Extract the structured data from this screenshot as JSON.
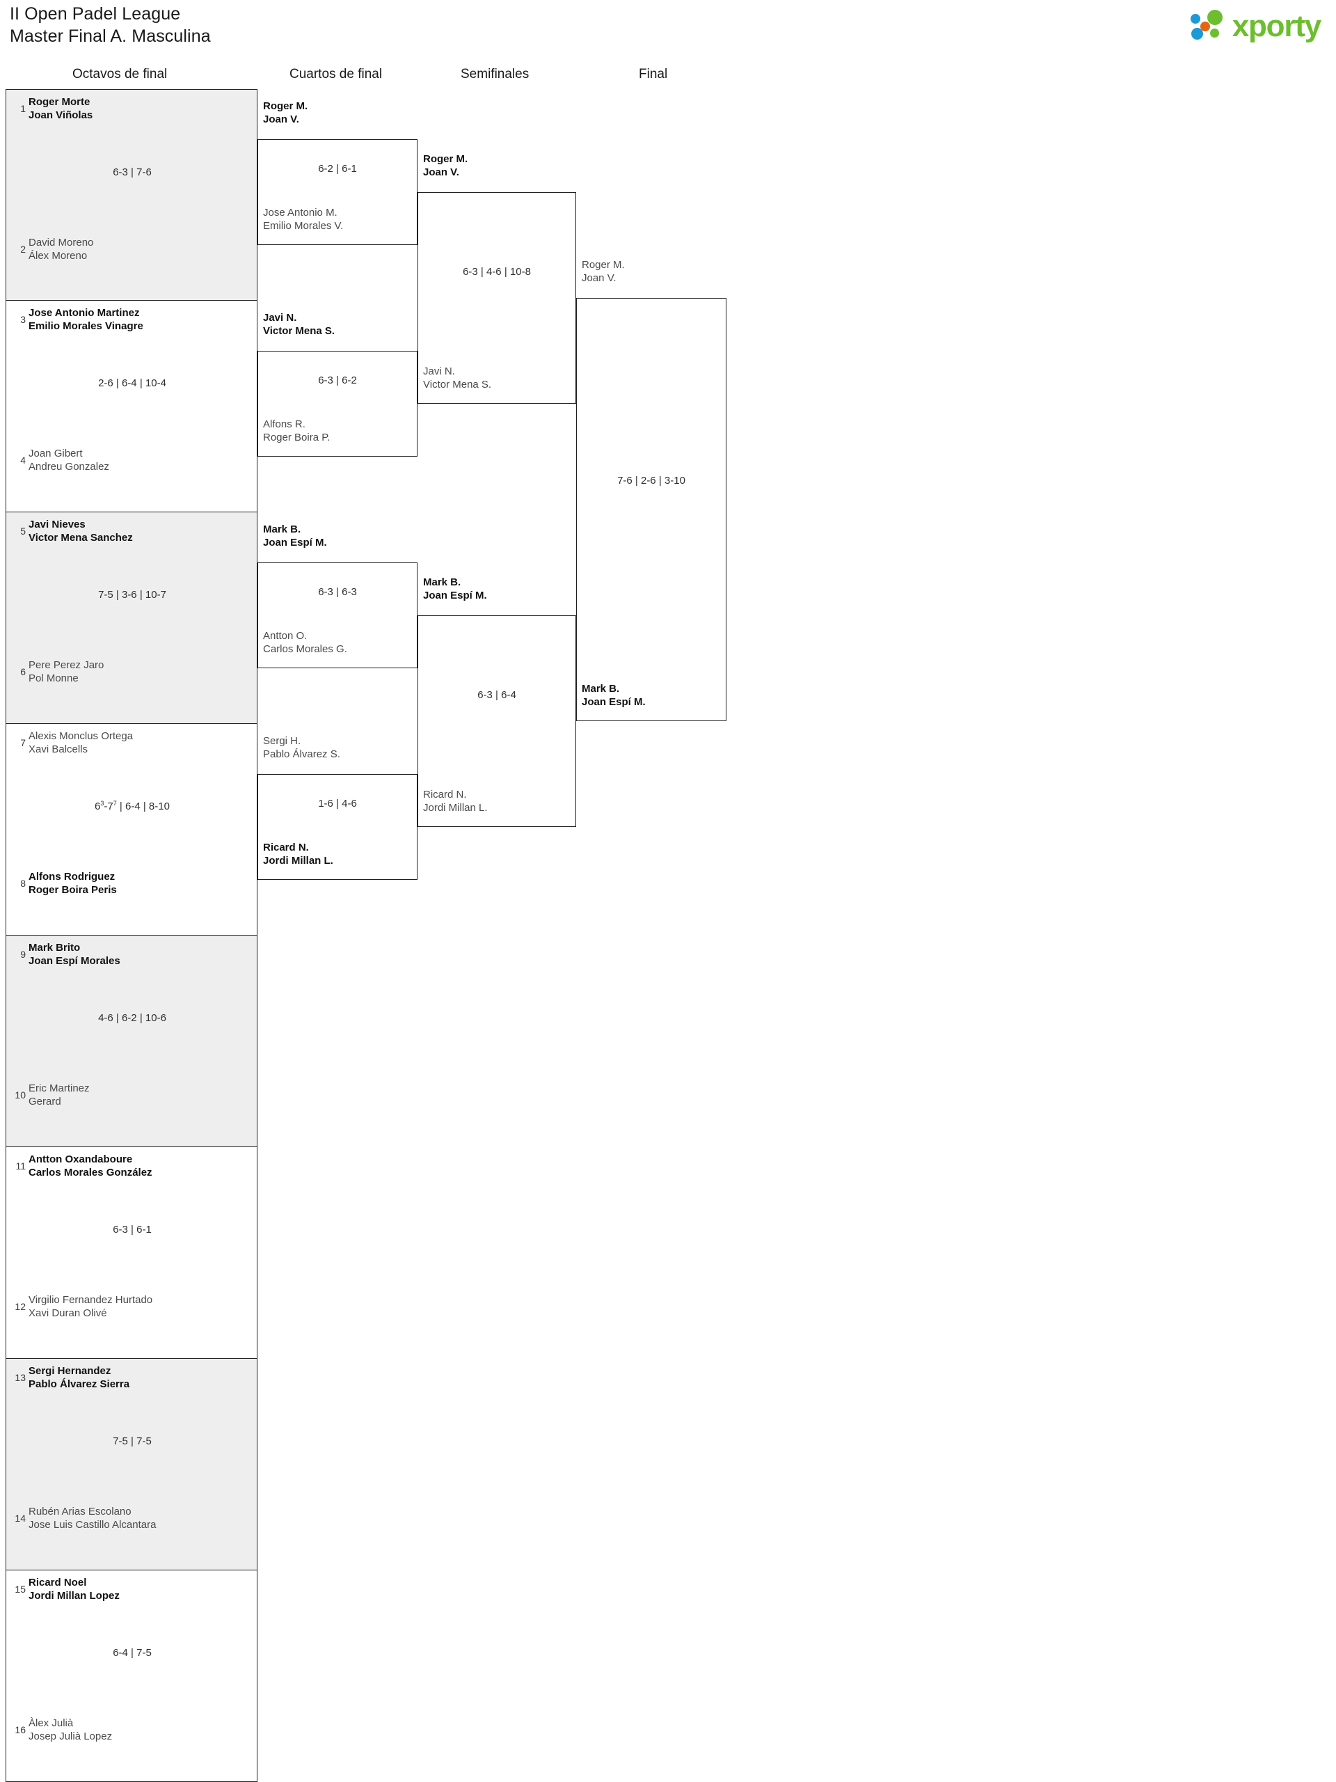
{
  "header": {
    "title_line1": "II Open Padel League",
    "title_line2": "Master Final A. Masculina",
    "logo_word": "xporty",
    "logo_colors": {
      "green": "#6cbe2e",
      "blue": "#1a9ad7",
      "orange": "#e8650f"
    }
  },
  "rounds": [
    {
      "label": "Octavos de final"
    },
    {
      "label": "Cuartos de final"
    },
    {
      "label": "Semifinales"
    },
    {
      "label": "Final"
    }
  ],
  "round1": [
    {
      "seed_top": "1",
      "top_l1": "Roger Morte",
      "top_l2": "Joan Viñolas",
      "seed_bot": "2",
      "bot_l1": "David Moreno",
      "bot_l2": "Álex Moreno",
      "score": "6-3 | 7-6",
      "winner": "top",
      "shaded": true
    },
    {
      "seed_top": "3",
      "top_l1": "Jose Antonio Martinez",
      "top_l2": "Emilio Morales Vinagre",
      "seed_bot": "4",
      "bot_l1": "Joan Gibert",
      "bot_l2": "Andreu Gonzalez",
      "score": "2-6 | 6-4 | 10-4",
      "winner": "top",
      "shaded": false
    },
    {
      "seed_top": "5",
      "top_l1": "Javi Nieves",
      "top_l2": "Victor Mena Sanchez",
      "seed_bot": "6",
      "bot_l1": "Pere Perez Jaro",
      "bot_l2": "Pol Monne",
      "score": "7-5 | 3-6 | 10-7",
      "winner": "top",
      "shaded": true
    },
    {
      "seed_top": "7",
      "top_l1": "Alexis Monclus Ortega",
      "top_l2": "Xavi Balcells",
      "seed_bot": "8",
      "bot_l1": "Alfons Rodriguez",
      "bot_l2": "Roger Boira Peris",
      "score": "6<sup>3</sup>-7<sup>7</sup> | 6-4 | 8-10",
      "winner": "bot",
      "shaded": false
    },
    {
      "seed_top": "9",
      "top_l1": "Mark Brito",
      "top_l2": "Joan Espí Morales",
      "seed_bot": "10",
      "bot_l1": "Eric Martinez",
      "bot_l2": "Gerard",
      "score": "4-6 | 6-2 | 10-6",
      "winner": "top",
      "shaded": true
    },
    {
      "seed_top": "11",
      "top_l1": "Antton Oxandaboure",
      "top_l2": "Carlos Morales González",
      "seed_bot": "12",
      "bot_l1": "Virgilio Fernandez Hurtado",
      "bot_l2": "Xavi Duran Olivé",
      "score": "6-3 | 6-1",
      "winner": "top",
      "shaded": false
    },
    {
      "seed_top": "13",
      "top_l1": "Sergi Hernandez",
      "top_l2": "Pablo Álvarez Sierra",
      "seed_bot": "14",
      "bot_l1": "Rubén Arias Escolano",
      "bot_l2": "Jose Luis Castillo Alcantara",
      "score": "7-5 | 7-5",
      "winner": "top",
      "shaded": true
    },
    {
      "seed_top": "15",
      "top_l1": "Ricard Noel",
      "top_l2": "Jordi Millan Lopez",
      "seed_bot": "16",
      "bot_l1": "Àlex Julià",
      "bot_l2": "Josep Julià Lopez",
      "score": "6-4 | 7-5",
      "winner": "top",
      "shaded": false
    }
  ],
  "round2": [
    {
      "top_l1": "Roger M.",
      "top_l2": "Joan V.",
      "bot_l1": "Jose Antonio M.",
      "bot_l2": "Emilio Morales V.",
      "score": "6-2 | 6-1",
      "winner": "top"
    },
    {
      "top_l1": "Javi N.",
      "top_l2": "Victor Mena S.",
      "bot_l1": "Alfons R.",
      "bot_l2": "Roger Boira P.",
      "score": "6-3 | 6-2",
      "winner": "top"
    },
    {
      "top_l1": "Mark B.",
      "top_l2": "Joan Espí M.",
      "bot_l1": "Antton O.",
      "bot_l2": "Carlos Morales G.",
      "score": "6-3 | 6-3",
      "winner": "top"
    },
    {
      "top_l1": "Sergi H.",
      "top_l2": "Pablo Álvarez S.",
      "bot_l1": "Ricard N.",
      "bot_l2": "Jordi Millan L.",
      "score": "1-6 | 4-6",
      "winner": "bot"
    }
  ],
  "round3": [
    {
      "top_l1": "Roger M.",
      "top_l2": "Joan V.",
      "bot_l1": "Javi N.",
      "bot_l2": "Victor Mena S.",
      "score": "6-3 | 4-6 | 10-8",
      "winner": "top"
    },
    {
      "top_l1": "Mark B.",
      "top_l2": "Joan Espí M.",
      "bot_l1": "Ricard N.",
      "bot_l2": "Jordi Millan L.",
      "score": "6-3 | 6-4",
      "winner": "top"
    }
  ],
  "round4": [
    {
      "top_l1": "Roger M.",
      "top_l2": "Joan V.",
      "bot_l1": "Mark B.",
      "bot_l2": "Joan Espí M.",
      "score": "7-6 | 2-6 | 3-10",
      "winner": "bot"
    }
  ]
}
